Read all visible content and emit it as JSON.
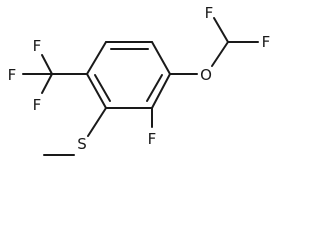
{
  "molecule": {
    "atoms": {
      "F_chf2_left": "F",
      "F_chf2_right": "F",
      "O": "O",
      "F_cf3_top": "F",
      "F_cf3_left": "F",
      "F_cf3_bottom": "F",
      "S": "S",
      "F_ring": "F"
    }
  },
  "colors": {
    "bond": "#1a1a1a",
    "background": "#ffffff"
  }
}
